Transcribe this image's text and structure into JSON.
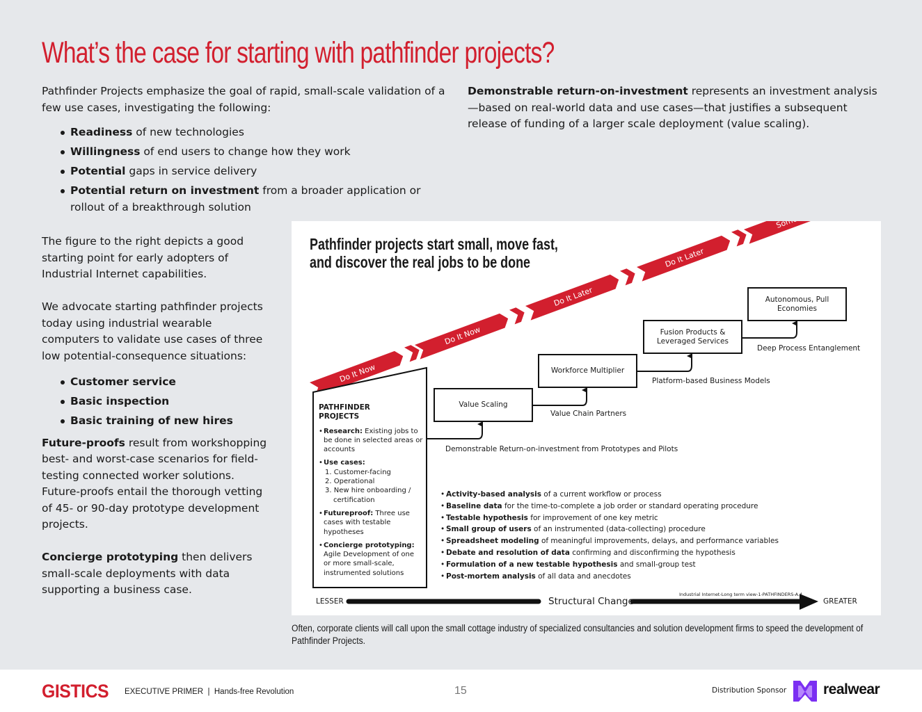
{
  "page": {
    "title": "What’s the case for starting with pathfinder projects?",
    "intro": "Pathfinder Projects emphasize the goal of rapid, small-scale validation of a few use cases, investigating the following:",
    "intro_bullets": [
      {
        "bold": "Readiness",
        "text": " of new technologies"
      },
      {
        "bold": "Willingness",
        "text": " of end users to change how they work"
      },
      {
        "bold": "Potential",
        "text": " gaps in service delivery"
      },
      {
        "bold": "Potential return on investment",
        "text": " from a broader application or rollout of a breakthrough solution"
      }
    ],
    "roi": {
      "bold": "Demonstrable return-on-investment",
      "text": " represents an investment analysis—based on real-world data and use cases—that justifies a subsequent release of funding of a larger scale deployment (value scaling)."
    },
    "left": {
      "p1": "The figure to the right depicts a good starting point for early adopters of Industrial Internet capabilities.",
      "p2": "We advocate starting pathfinder projects today using industrial wearable computers to validate use cases of three low potential-consequence situations:",
      "situations": [
        "Customer service",
        "Basic inspection",
        "Basic training of new hires"
      ],
      "p3_bold": "Future-proofs",
      "p3_text": " result from workshopping best- and worst-case scenarios for field-testing connected worker solutions. Future-proofs entail the thorough vetting of 45- or 90-day prototype development projects.",
      "p4_bold": "Concierge prototyping",
      "p4_text": " then delivers small-scale deployments with data supporting a business case."
    },
    "caption": "Often, corporate clients will call upon the small cottage industry of specialized consultancies and solution development firms to speed the development of Pathfinder Projects."
  },
  "figure": {
    "title_line1": "Pathfinder projects start small, move fast,",
    "title_line2": "and discover the real jobs to be done",
    "banners": [
      "Do It Now",
      "Do It Now",
      "Do It Later",
      "Do It Later",
      "Some Day"
    ],
    "pathfinder": {
      "heading_line1": "PATHFINDER",
      "heading_line2": "PROJECTS",
      "research_bold": "Research:",
      "research_text": " Existing jobs to be done in selected areas or accounts",
      "usecases_bold": "Use cases:",
      "usecases": [
        "1. Customer-facing",
        "2. Operational",
        "3. New hire onboarding /",
        "certification"
      ],
      "futureproof_bold": "Futureproof:",
      "futureproof_text": " Three use cases with testable hypotheses",
      "concierge_bold": "Concierge prototyping:",
      "concierge_text": " Agile Development of one or more small-scale, instrumented solutions"
    },
    "stages": [
      {
        "box": "Value Scaling",
        "connector": "Demonstrable Return-on-investment from Prototypes and Pilots"
      },
      {
        "box": "Workforce Multiplier",
        "connector": "Value Chain Partners"
      },
      {
        "box": "Fusion Products & Leveraged Services",
        "connector": "Platform-based Business Models"
      },
      {
        "box": "Autonomous, Pull Economies",
        "connector": "Deep Process Entanglement"
      }
    ],
    "activities": [
      {
        "bold": "Activity-based analysis",
        "text": " of a current workflow or process"
      },
      {
        "bold": "Baseline data",
        "text": " for the time-to-complete a job order or standard operating procedure"
      },
      {
        "bold": "Testable hypothesis",
        "text": " for improvement of one key metric"
      },
      {
        "bold": "Small group of users",
        "text": " of an instrumented (data-collecting) procedure"
      },
      {
        "bold": "Spreadsheet modeling",
        "text": " of meaningful improvements, delays, and performance variables"
      },
      {
        "bold": "Debate and resolution of data",
        "text": " confirming and disconfirming the hypothesis"
      },
      {
        "bold": "Formulation of a new testable hypothesis",
        "text": " and small-group test"
      },
      {
        "bold": "Post-mortem analysis",
        "text": " of all data and anecdotes"
      }
    ],
    "axis": {
      "left": "LESSER",
      "middle": "Structural Change",
      "right": "GREATER"
    },
    "figure_id": "Industrial Internet-Long term view-1-PATHFINDERS-A.4",
    "banner_color": "#d21f2e"
  },
  "footer": {
    "logo": "GISTICS",
    "primer": "EXECUTIVE PRIMER  |  Hands-free Revolution",
    "page_number": "15",
    "sponsor_label": "Distribution Sponsor",
    "sponsor_name": "realwear",
    "sponsor_color": "#7b2ff2"
  }
}
